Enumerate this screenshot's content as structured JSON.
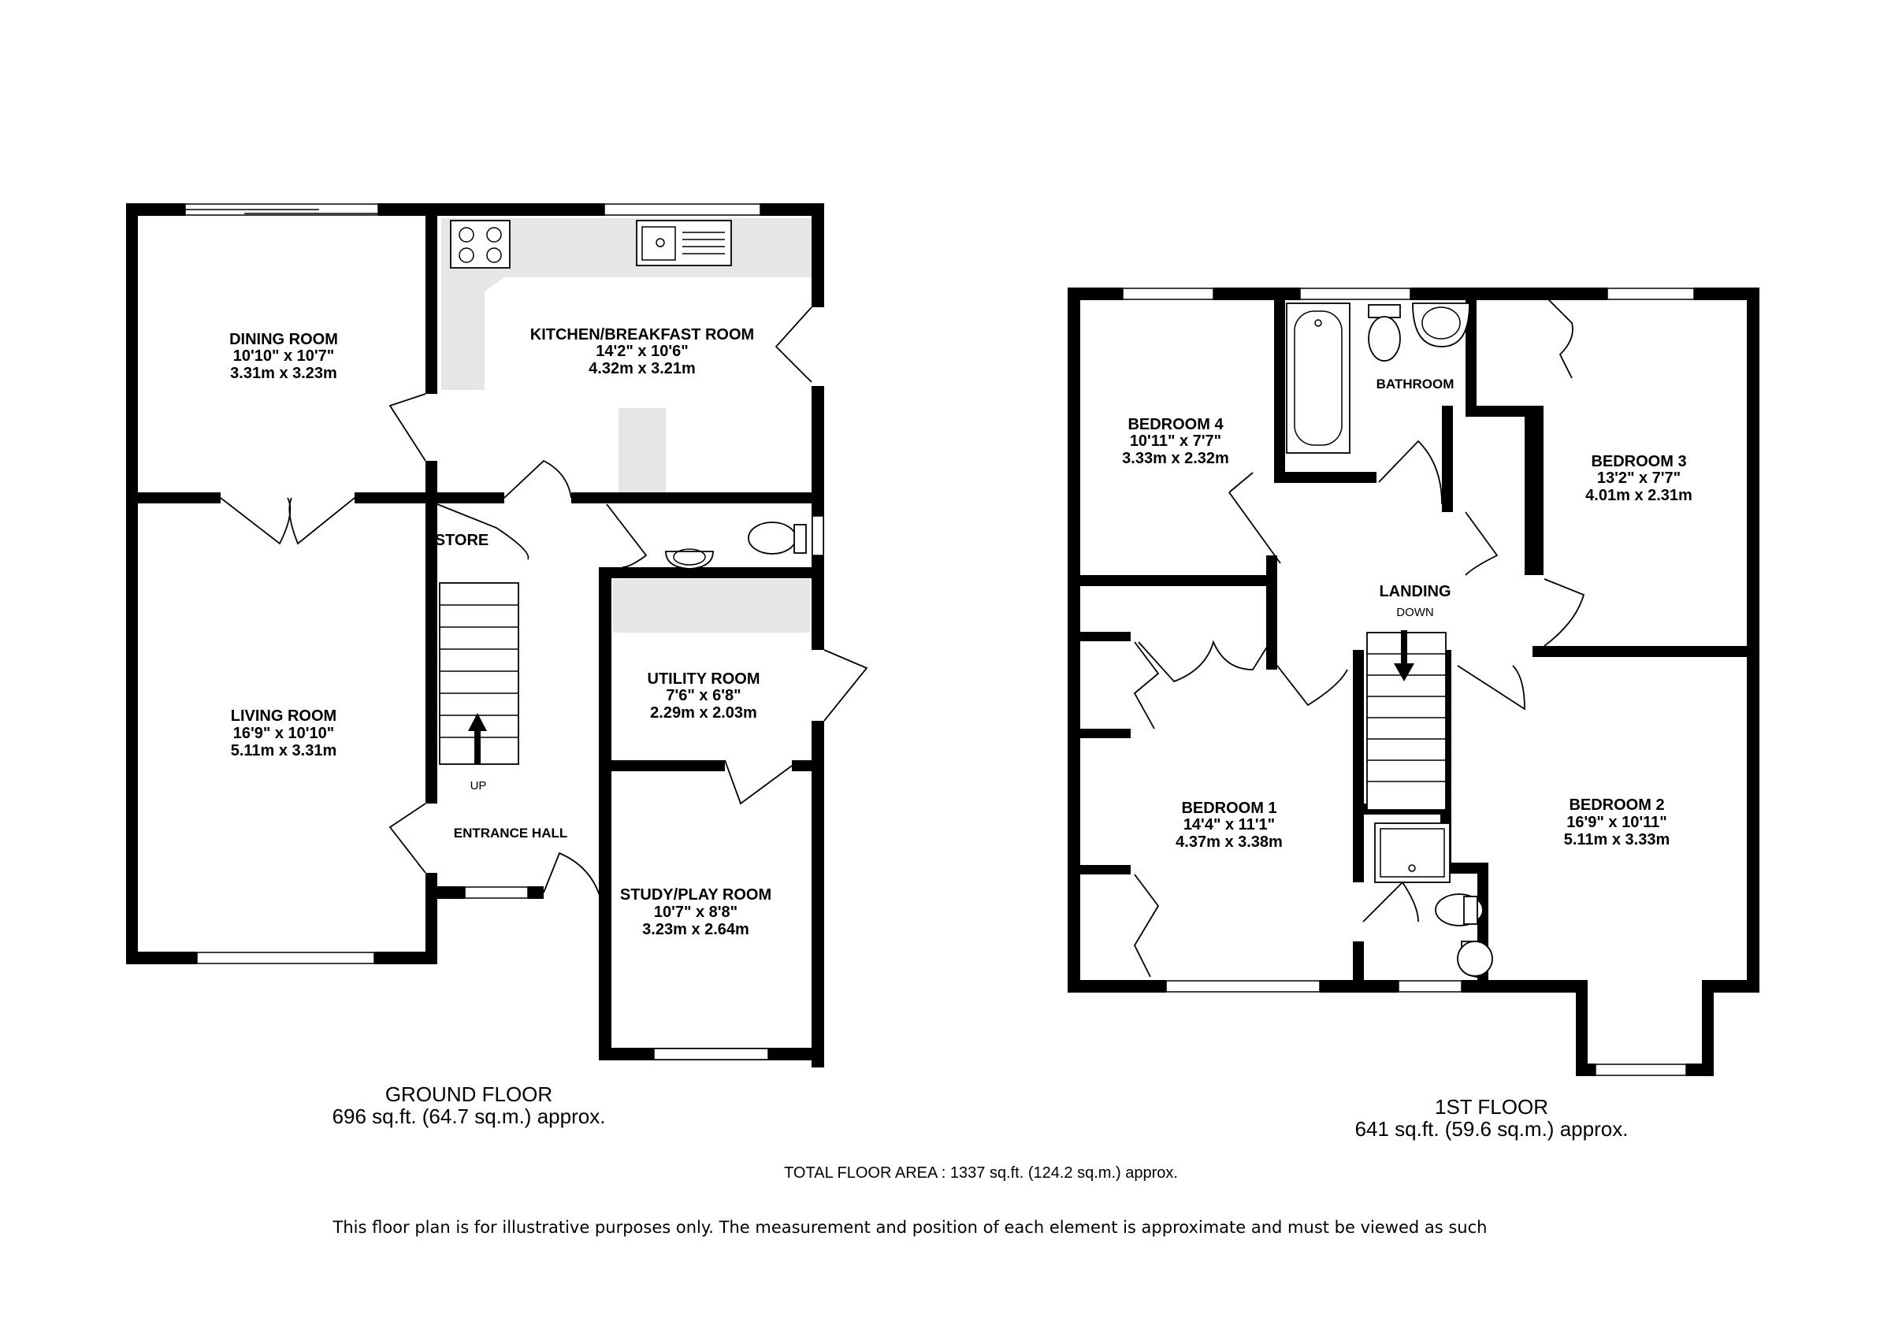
{
  "ground_floor": {
    "title": "GROUND FLOOR",
    "area": "696 sq.ft. (64.7 sq.m.) approx.",
    "rooms": [
      {
        "name": "DINING ROOM",
        "imperial": "10'10\"  x 10'7\"",
        "metric": "3.31m  x 3.23m"
      },
      {
        "name": "KITCHEN/BREAKFAST ROOM",
        "imperial": "14'2\"  x 10'6\"",
        "metric": "4.32m  x 3.21m"
      },
      {
        "name": "LIVING ROOM",
        "imperial": "16'9\"  x 10'10\"",
        "metric": "5.11m  x 3.31m"
      },
      {
        "name": "UTILITY ROOM",
        "imperial": "7'6\"  x 6'8\"",
        "metric": "2.29m  x 2.03m"
      },
      {
        "name": "STUDY/PLAY ROOM",
        "imperial": "10'7\"  x 8'8\"",
        "metric": "3.23m  x 2.64m"
      }
    ],
    "labels": {
      "store": "STORE",
      "entrance_hall": "ENTRANCE HALL",
      "up": "UP"
    }
  },
  "first_floor": {
    "title": "1ST FLOOR",
    "area": "641 sq.ft. (59.6 sq.m.) approx.",
    "rooms": [
      {
        "name": "BEDROOM 4",
        "imperial": "10'11\"  x 7'7\"",
        "metric": "3.33m  x 2.32m"
      },
      {
        "name": "BEDROOM 3",
        "imperial": "13'2\"  x 7'7\"",
        "metric": "4.01m  x 2.31m"
      },
      {
        "name": "BEDROOM 1",
        "imperial": "14'4\"  x 11'1\"",
        "metric": "4.37m  x 3.38m"
      },
      {
        "name": "BEDROOM 2",
        "imperial": "16'9\"  x 10'11\"",
        "metric": "5.11m  x 3.33m"
      }
    ],
    "labels": {
      "bathroom": "BATHROOM",
      "landing": "LANDING",
      "down": "DOWN"
    }
  },
  "total_floor_area": "TOTAL FLOOR AREA : 1337 sq.ft. (124.2 sq.m.) approx.",
  "disclaimer": "This floor plan is for illustrative purposes only.  The measurement and position of each element is approximate and must be viewed as such"
}
